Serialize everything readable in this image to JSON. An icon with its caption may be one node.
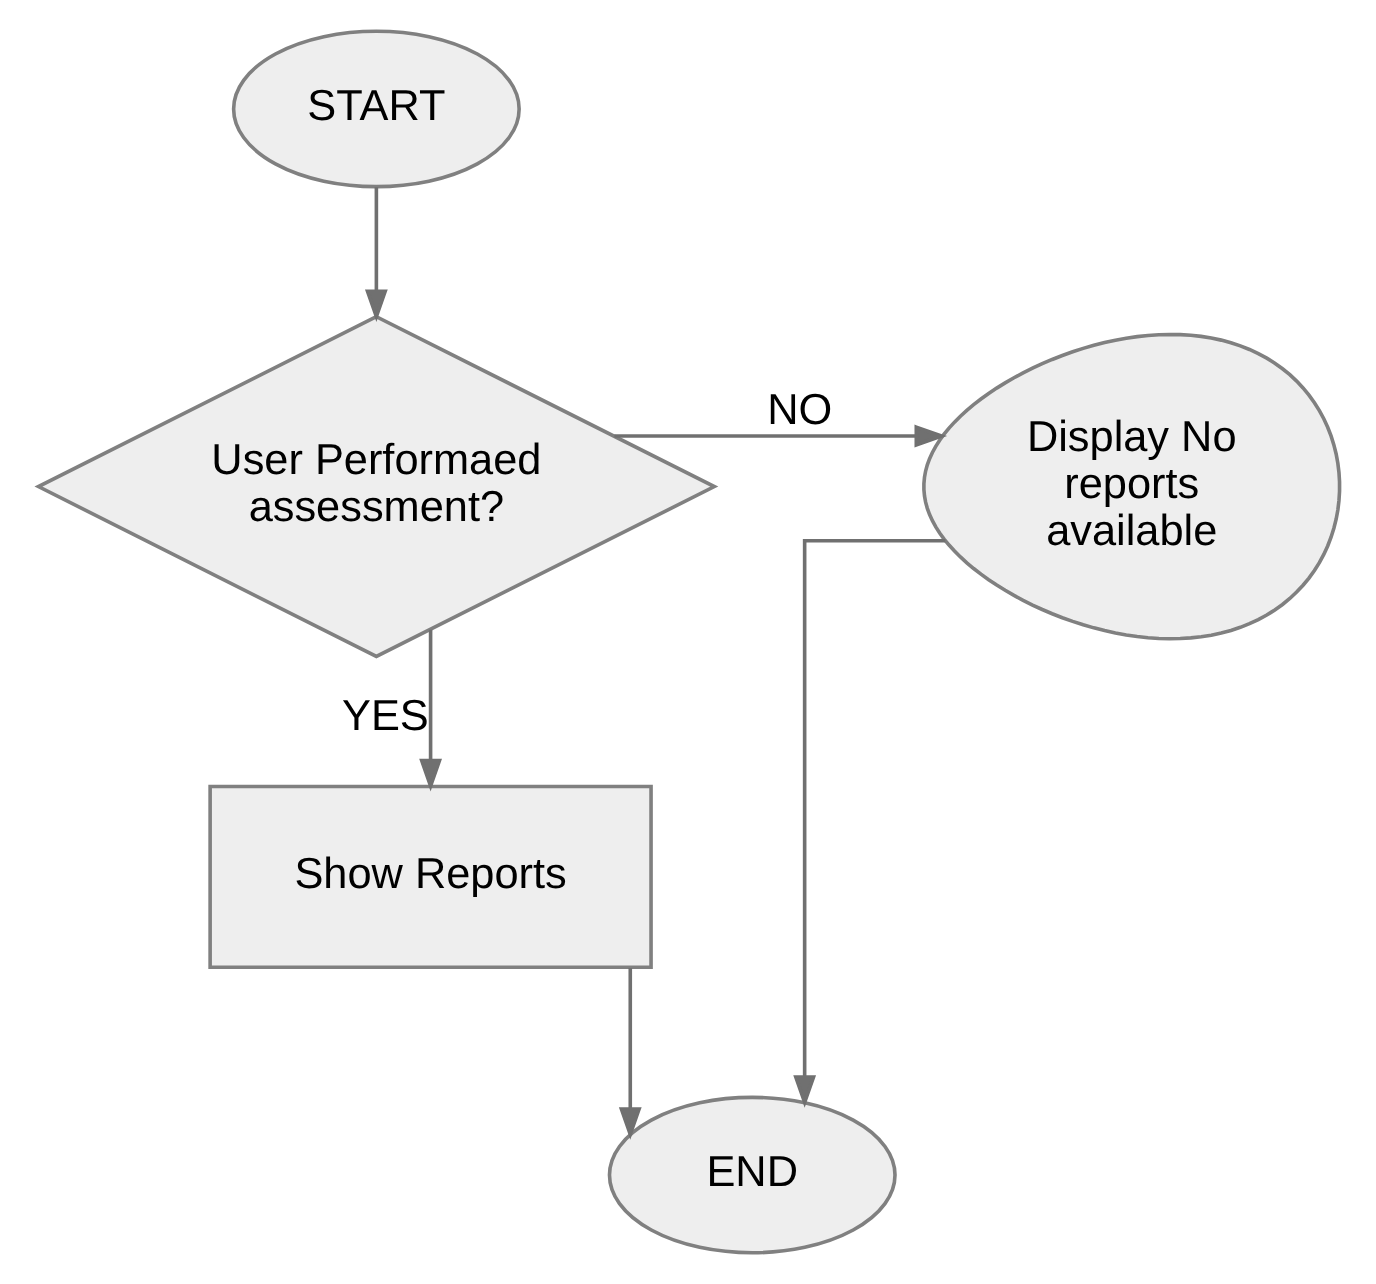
{
  "diagram": {
    "nodes": [
      {
        "text": [
          "START"
        ]
      },
      {
        "text": [
          "User Performaed assessment?"
        ]
      },
      {
        "text": [
          "Display No reports available"
        ]
      },
      {
        "text": [
          "Show Reports"
        ]
      },
      {
        "text": [
          "END"
        ]
      }
    ],
    "edges": [
      {
        "from": 0,
        "to": 1,
        "arrow": "to"
      },
      {
        "from": 1,
        "to": 2,
        "arrow": "to",
        "label": "NO"
      },
      {
        "from": 1,
        "to": 3,
        "arrow": "to",
        "label": "YES"
      },
      {
        "from": 3,
        "to": 4,
        "arrow": "to"
      },
      {
        "from": 2,
        "to": 4,
        "arrow": "to"
      }
    ]
  }
}
